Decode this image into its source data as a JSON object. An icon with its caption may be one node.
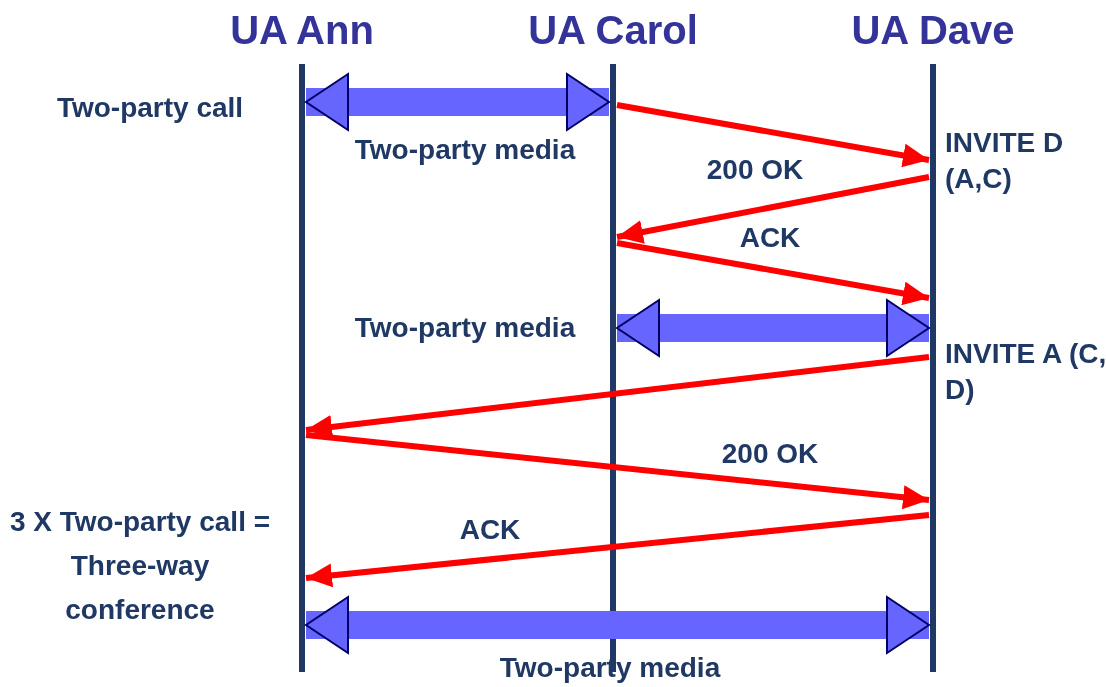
{
  "diagram": {
    "nodes": [
      {
        "text": [
          "UA Ann"
        ]
      },
      {
        "text": [
          "UA Carol"
        ]
      },
      {
        "text": [
          "UA Dave"
        ]
      }
    ],
    "edges": [
      {
        "from": 0,
        "to": 1,
        "arrow": "both",
        "label": "Two-party media",
        "style": "thick",
        "color": "#6666ff"
      },
      {
        "from": 1,
        "to": 2,
        "arrow": "to",
        "label": "INVITE D (A,C)"
      },
      {
        "from": 2,
        "to": 1,
        "arrow": "to",
        "label": "200 OK"
      },
      {
        "from": 1,
        "to": 2,
        "arrow": "to",
        "label": "ACK"
      },
      {
        "from": 1,
        "to": 2,
        "arrow": "both",
        "label": "Two-party media",
        "style": "thick",
        "color": "#6666ff"
      },
      {
        "from": 2,
        "to": 0,
        "arrow": "to",
        "label": "INVITE A (C, D)"
      },
      {
        "from": 0,
        "to": 2,
        "arrow": "to",
        "label": "200 OK"
      },
      {
        "from": 2,
        "to": 0,
        "arrow": "to",
        "label": "ACK"
      },
      {
        "from": 0,
        "to": 2,
        "arrow": "both",
        "label": "Two-party media",
        "style": "thick",
        "color": "#6666ff"
      }
    ],
    "labels": [
      "Two-party call",
      "3 X Two-party call = Three-way conference"
    ]
  }
}
